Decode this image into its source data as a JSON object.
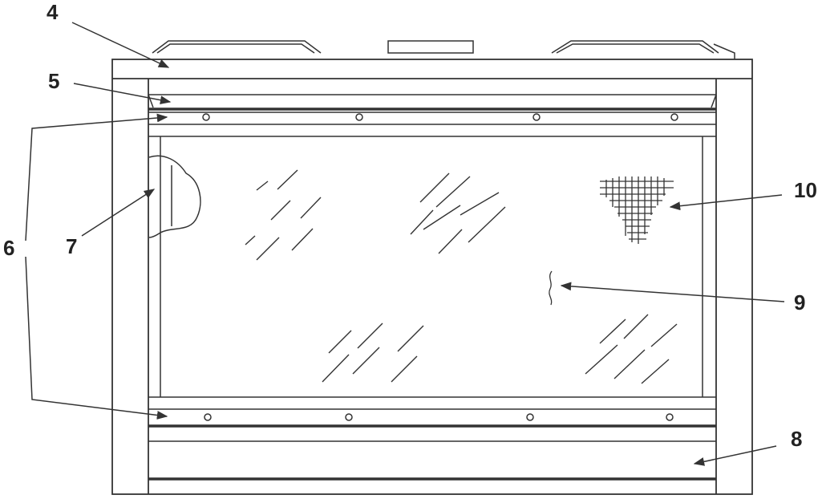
{
  "figure": {
    "stroke_color": "#333333",
    "background": "#ffffff",
    "callouts": {
      "c4": "4",
      "c5": "5",
      "c6": "6",
      "c7": "7",
      "c8": "8",
      "c9": "9",
      "c10": "10"
    }
  }
}
